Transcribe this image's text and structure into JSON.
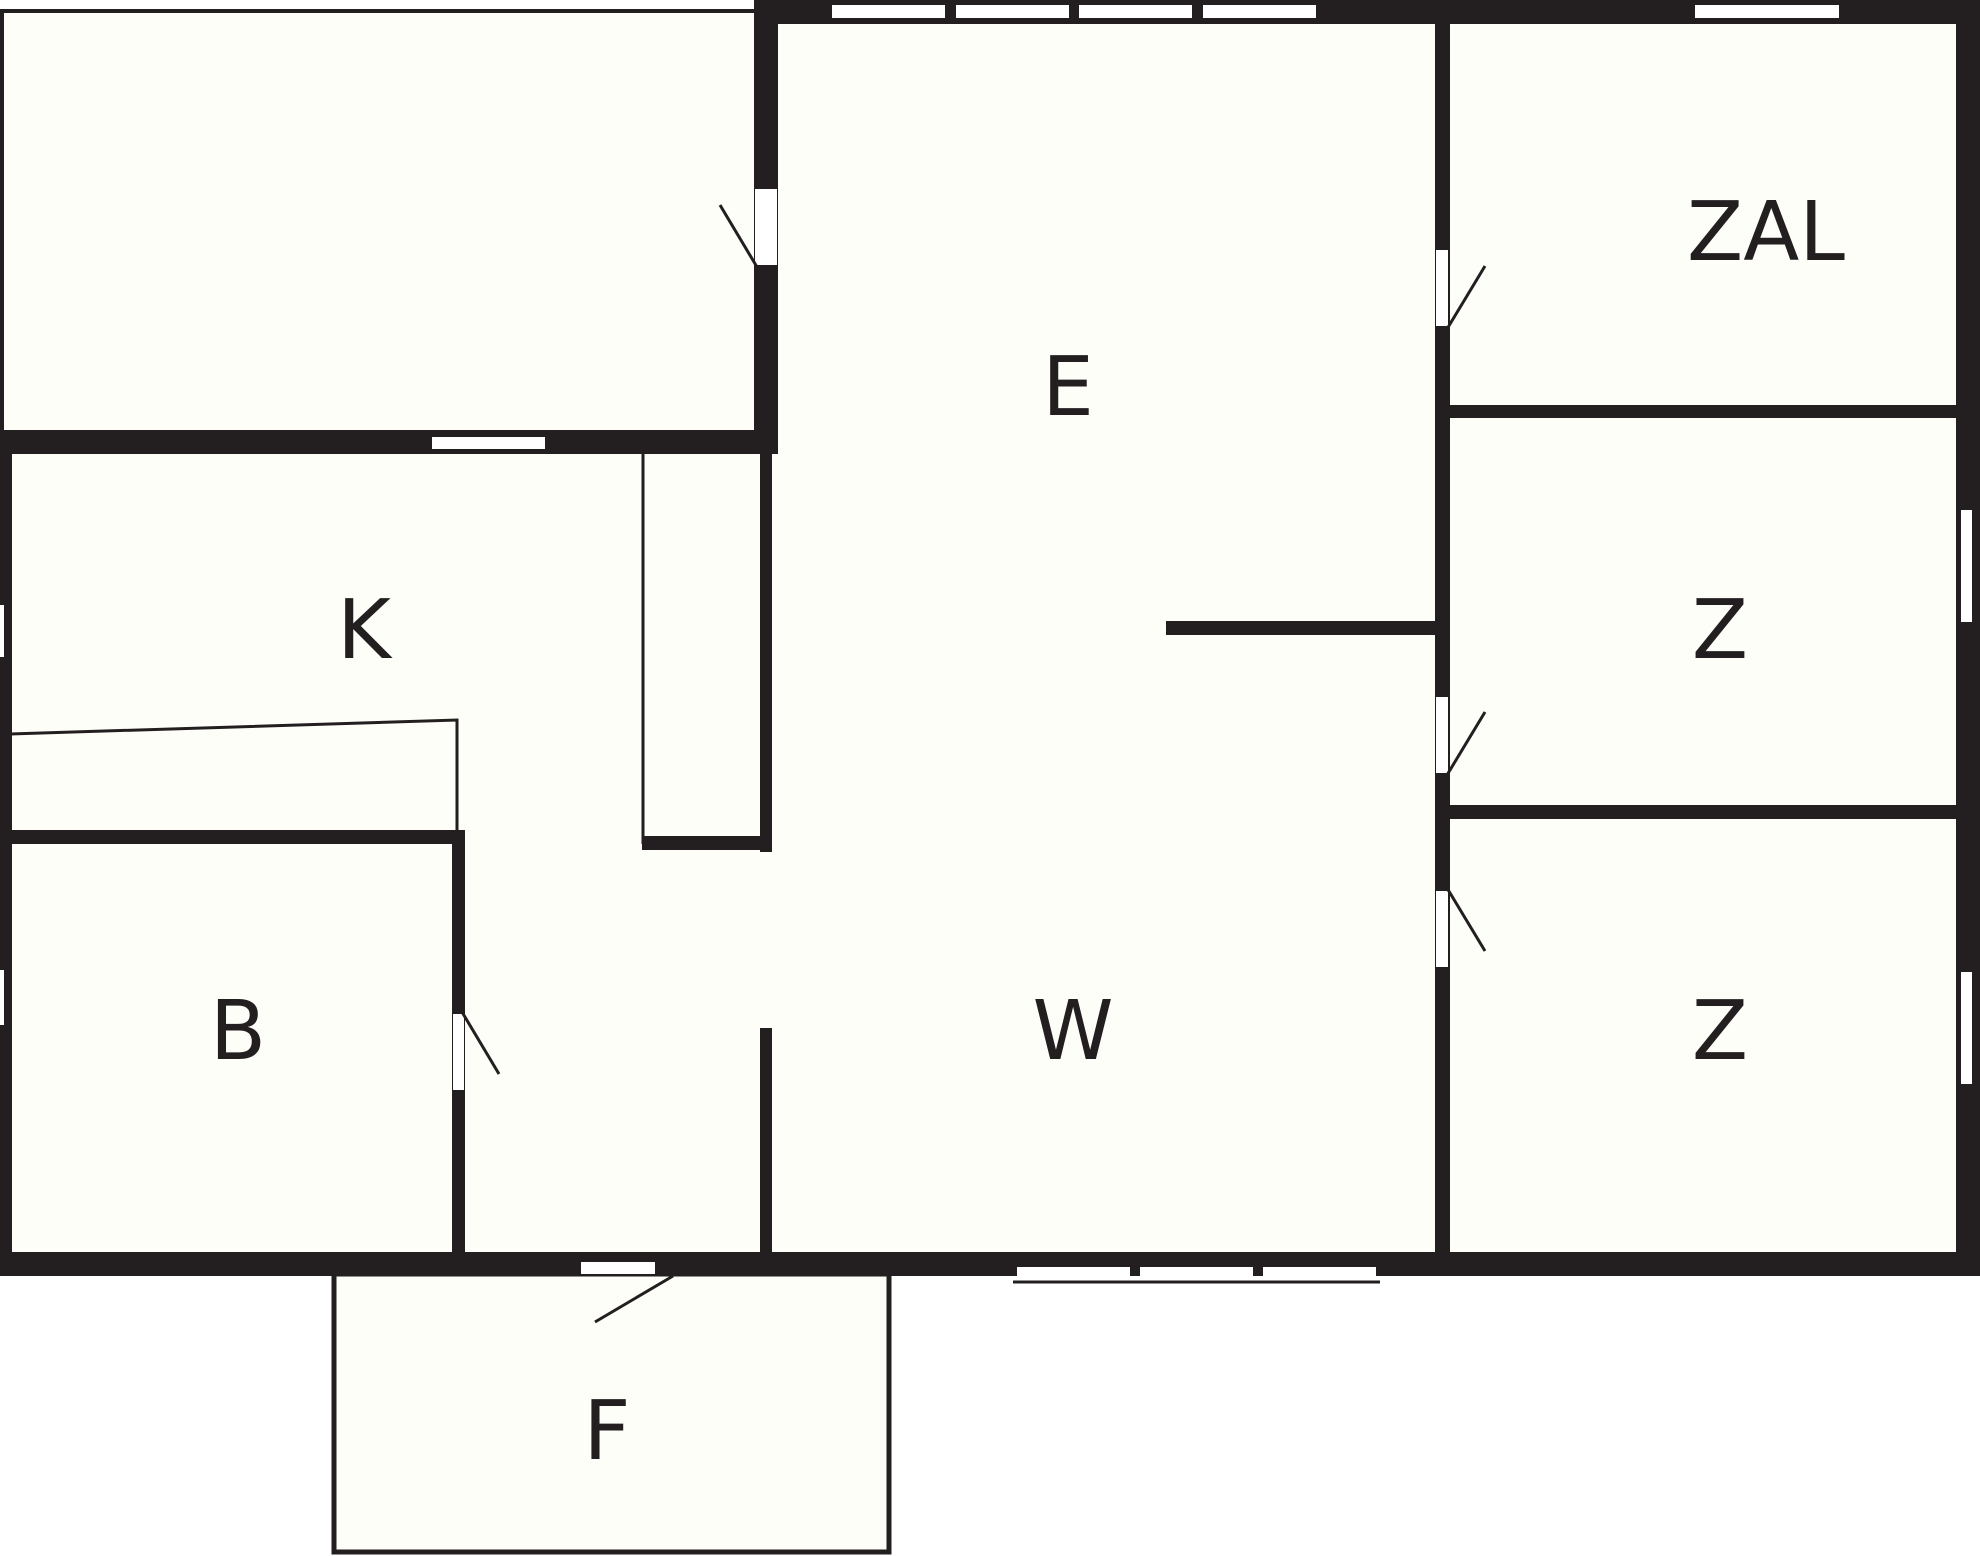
{
  "rooms": {
    "zal": "ZAL",
    "e": "E",
    "k": "K",
    "z_upper": "Z",
    "z_lower": "Z",
    "b": "B",
    "w": "W",
    "f": "F"
  },
  "colors": {
    "wall": "#231f20",
    "floor": "#fefef9",
    "window": "#ffffff"
  }
}
